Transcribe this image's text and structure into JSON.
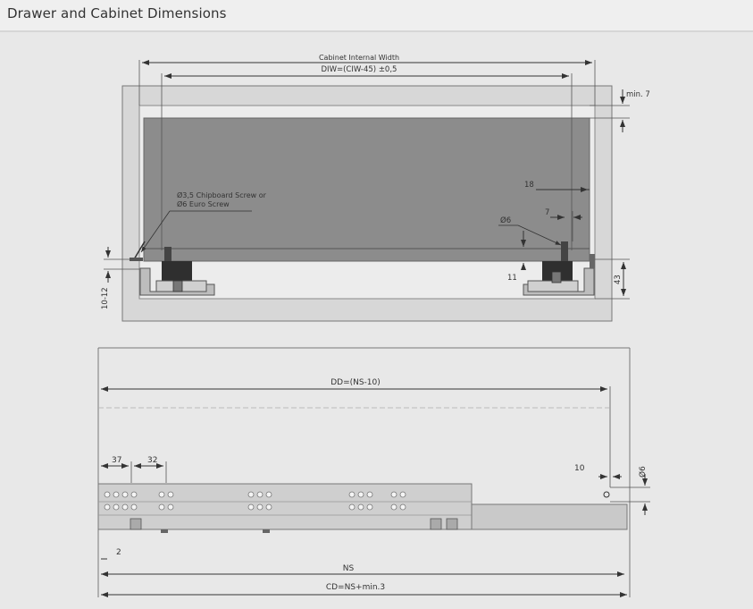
{
  "header": {
    "title": "Drawer and Cabinet Dimensions"
  },
  "top_view": {
    "cabinet_internal_width": "Cabinet Internal Width",
    "diw_formula": "DIW=(CIW-45) ±0,5",
    "min_clearance": "min. 7",
    "screw_line1": "Ø3,5 Chipboard Screw or",
    "screw_line2": "Ø6 Euro Screw",
    "dim_18": "18",
    "dim_7": "7",
    "dim_dia6": "Ø6",
    "dim_11": "11",
    "dim_43": "43",
    "dim_10_12": "10-12"
  },
  "side_view": {
    "dd_formula": "DD=(NS-10)",
    "dim_37": "37",
    "dim_32": "32",
    "dim_10": "10",
    "dim_dia6": "Ø6",
    "dim_2": "2",
    "ns": "NS",
    "cd_formula": "CD=NS+min.3"
  }
}
